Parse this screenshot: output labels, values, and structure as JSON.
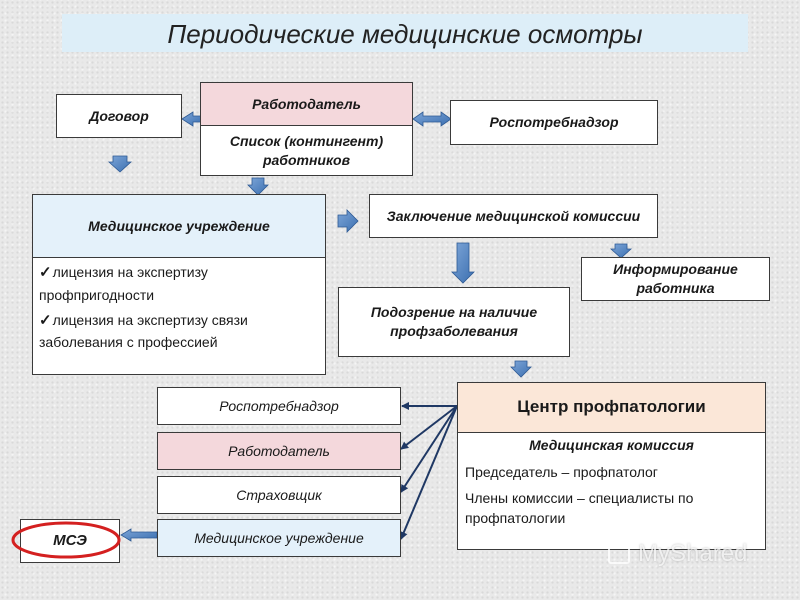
{
  "title": "Периодические медицинские осмотры",
  "top": {
    "contract": "Договор",
    "employer": "Работодатель",
    "employee_list": "Список (контингент) работников",
    "rospotreb": "Роспотребнадзор"
  },
  "med_institution": {
    "header": "Медицинское учреждение",
    "licenses": [
      "лицензия на экспертизу профпригодности",
      "лицензия на экспертизу связи заболевания с профессией"
    ]
  },
  "conclusion": "Заключение медицинской комиссии",
  "inform": "Информирование работника",
  "suspicion": "Подозрение на наличие профзаболевания",
  "center": {
    "title": "Центр профпатологии",
    "commission": "Медицинская комиссия",
    "chair": "Председатель – профпатолог",
    "members": "Члены комиссии – специалисты по профпатологии"
  },
  "recipients": [
    "Роспотребнадзор",
    "Работодатель",
    "Страховщик",
    "Медицинское учреждение"
  ],
  "mse": "МСЭ",
  "watermark": "MyShared",
  "colors": {
    "title_bg": "#ddeef8",
    "pink": "#f4d8dc",
    "light_blue": "#e4f1fa",
    "peach": "#fbe7d8",
    "arrow_blue": "#4f81bd",
    "line_navy": "#1f3864",
    "mse_circle": "#d42020"
  },
  "icons": [
    "check-icon",
    "myshared-logo-icon"
  ]
}
